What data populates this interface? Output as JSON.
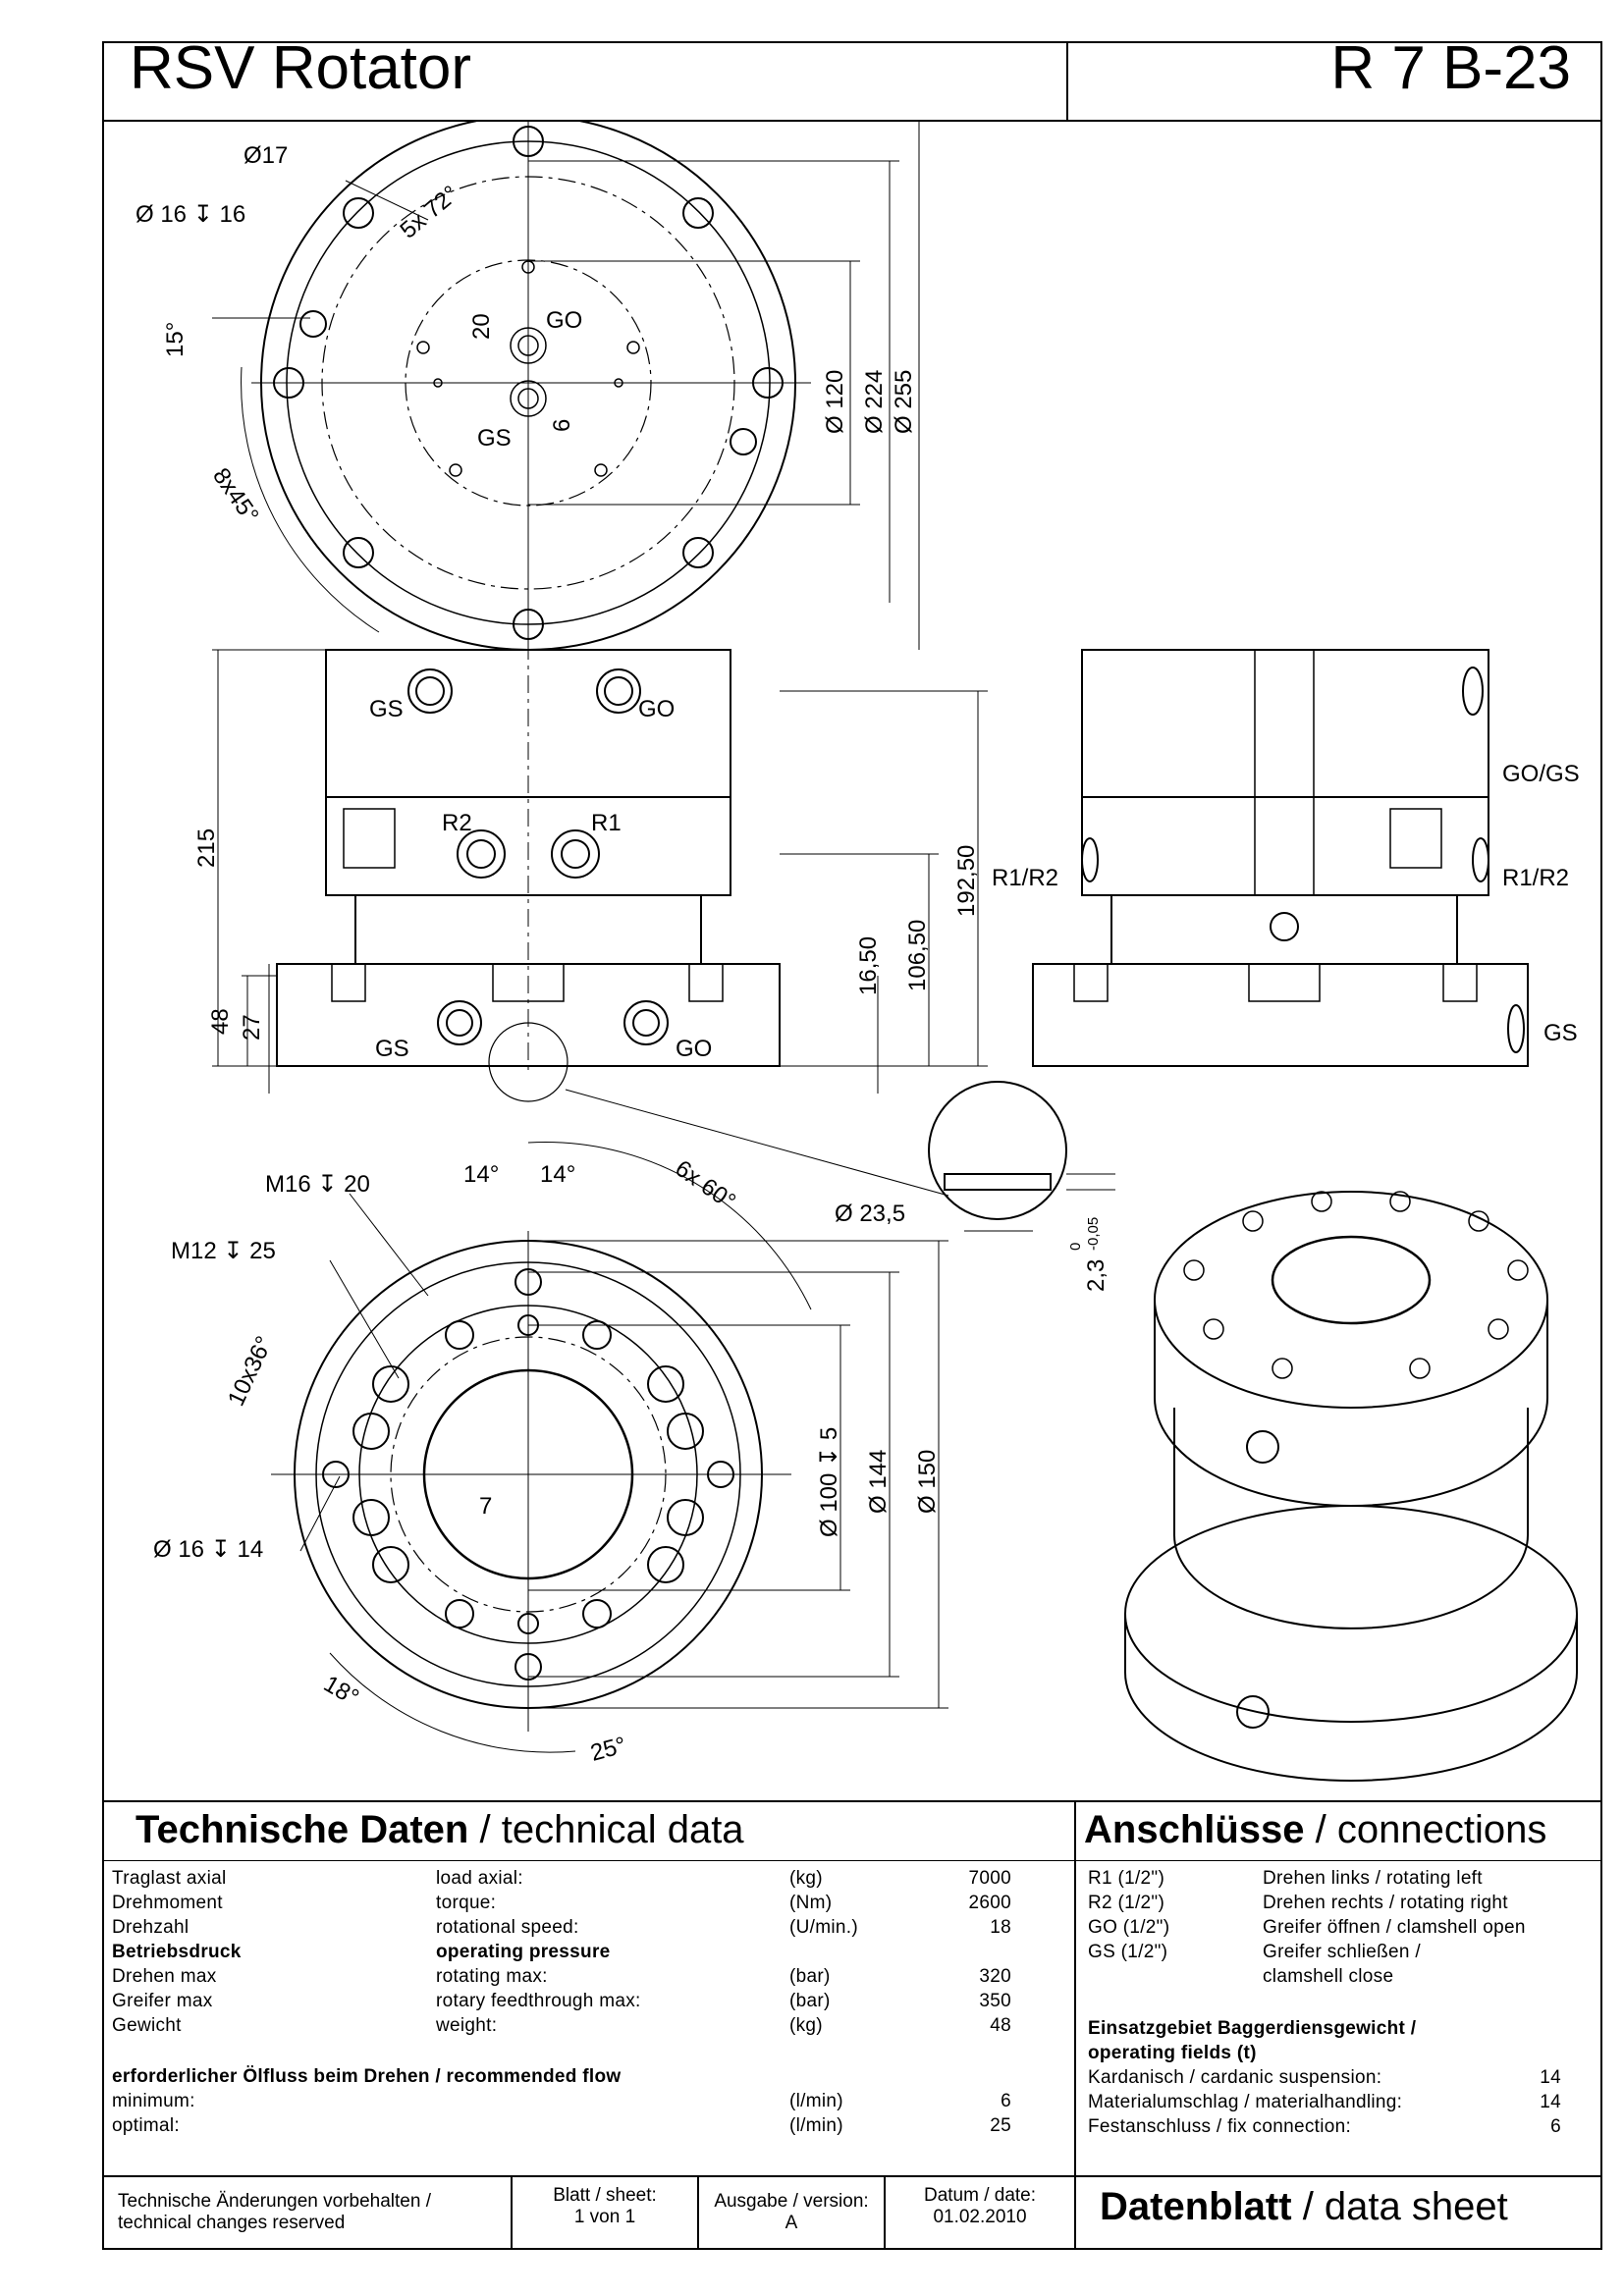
{
  "header": {
    "title": "RSV Rotator",
    "model": "R 7 B-23"
  },
  "drawing": {
    "top_view": {
      "labels": [
        "Ø17",
        "Ø 16 ↧ 16",
        "5x 72°",
        "15°",
        "8x45°",
        "20",
        "GO",
        "GS",
        "6",
        "Ø 120",
        "Ø 224",
        "Ø 255"
      ]
    },
    "side_view": {
      "labels": [
        "GS",
        "GO",
        "R2",
        "R1",
        "215",
        "48",
        "27",
        "GS",
        "GO",
        "16,50",
        "106,50",
        "192,50"
      ]
    },
    "end_view": {
      "labels": [
        "GO/GS",
        "R1/R2",
        "R1/R2",
        "GS"
      ]
    },
    "bottom_view": {
      "labels": [
        "M16 ↧ 20",
        "14°",
        "14°",
        "6x 60°",
        "M12 ↧ 25",
        "10x36°",
        "Ø 100 ↧ 5",
        "Ø 144",
        "Ø 150",
        "7",
        "Ø 16 ↧ 14",
        "18°",
        "25°"
      ]
    },
    "detail": {
      "labels": [
        "Ø 23,5",
        "2,3",
        "-0,05",
        "0"
      ]
    }
  },
  "technical": {
    "heading_de": "Technische Daten",
    "heading_en": "/ technical data",
    "rows": [
      {
        "de": "Traglast axial",
        "en": "load axial:",
        "unit": "(kg)",
        "value": "7000",
        "bold": false
      },
      {
        "de": "Drehmoment",
        "en": "torque:",
        "unit": "(Nm)",
        "value": "2600",
        "bold": false
      },
      {
        "de": "Drehzahl",
        "en": "rotational speed:",
        "unit": "(U/min.)",
        "value": "18",
        "bold": false
      },
      {
        "de": "Betriebsdruck",
        "en": "operating pressure",
        "unit": "",
        "value": "",
        "bold": true
      },
      {
        "de": "Drehen max",
        "en": "rotating max:",
        "unit": "(bar)",
        "value": "320",
        "bold": false
      },
      {
        "de": "Greifer max",
        "en": "rotary feedthrough max:",
        "unit": "(bar)",
        "value": "350",
        "bold": false
      },
      {
        "de": "Gewicht",
        "en": "weight:",
        "unit": "(kg)",
        "value": "48",
        "bold": false
      }
    ],
    "flow_heading": "erforderlicher Ölfluss beim Drehen / recommended flow",
    "flow_rows": [
      {
        "label": "minimum:",
        "unit": "(l/min)",
        "value": "6"
      },
      {
        "label": "optimal:",
        "unit": "(l/min)",
        "value": "25"
      }
    ]
  },
  "connections": {
    "heading_de": "Anschlüsse",
    "heading_en": "/ connections",
    "rows": [
      {
        "port": "R1  (1/2\")",
        "desc": "Drehen links / rotating left"
      },
      {
        "port": "R2  (1/2\")",
        "desc": "Drehen rechts / rotating right"
      },
      {
        "port": "GO (1/2\")",
        "desc": "Greifer öffnen / clamshell open"
      },
      {
        "port": "GS (1/2\")",
        "desc": "Greifer schließen /"
      },
      {
        "port": "",
        "desc": "clamshell close"
      }
    ],
    "fields_heading_1": "Einsatzgebiet Baggerdiensgewicht /",
    "fields_heading_2": "operating fields (t)",
    "fields": [
      {
        "label": "Kardanisch / cardanic suspension:",
        "value": "14"
      },
      {
        "label": "Materialumschlag / materialhandling:",
        "value": "14"
      },
      {
        "label": "Festanschluss / fix connection:",
        "value": "6"
      }
    ]
  },
  "footer": {
    "note_1": "Technische Änderungen vorbehalten /",
    "note_2": "technical changes reserved",
    "sheet_label": "Blatt / sheet:",
    "sheet_value": "1 von 1",
    "version_label": "Ausgabe / version:",
    "version_value": "A",
    "date_label": "Datum / date:",
    "date_value": "01.02.2010",
    "datasheet_de": "Datenblatt",
    "datasheet_en": "/ data sheet"
  }
}
